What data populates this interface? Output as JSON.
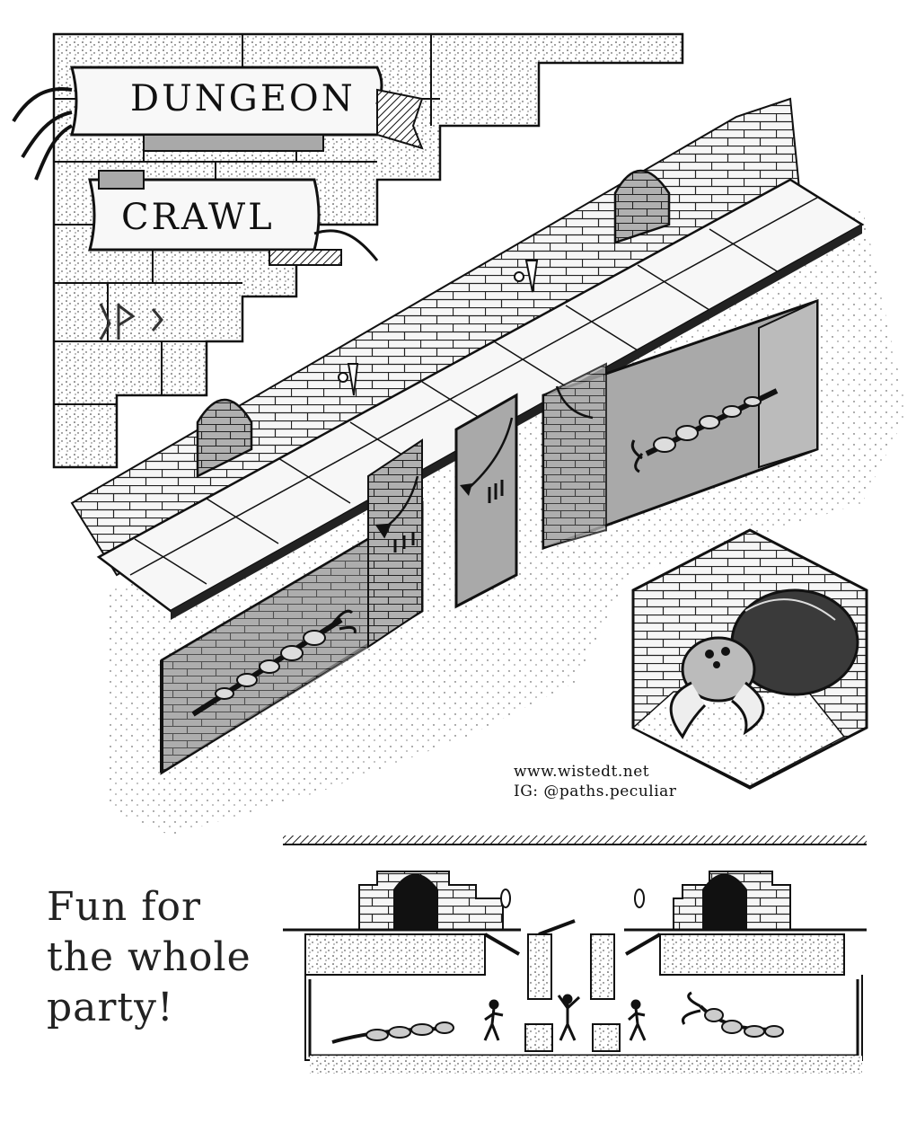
{
  "title": {
    "line1": "DUNGEON",
    "line2": "CRAWL"
  },
  "credits": {
    "website": "www.wistedt.net",
    "instagram": "IG: @paths.peculiar"
  },
  "tagline": {
    "line1": "Fun for",
    "line2": "the whole",
    "line3": "party!"
  },
  "colors": {
    "ink": "#111111",
    "stone": "#f4f4f4",
    "pit_gray": "#a9a9a9",
    "paper": "#ffffff"
  }
}
